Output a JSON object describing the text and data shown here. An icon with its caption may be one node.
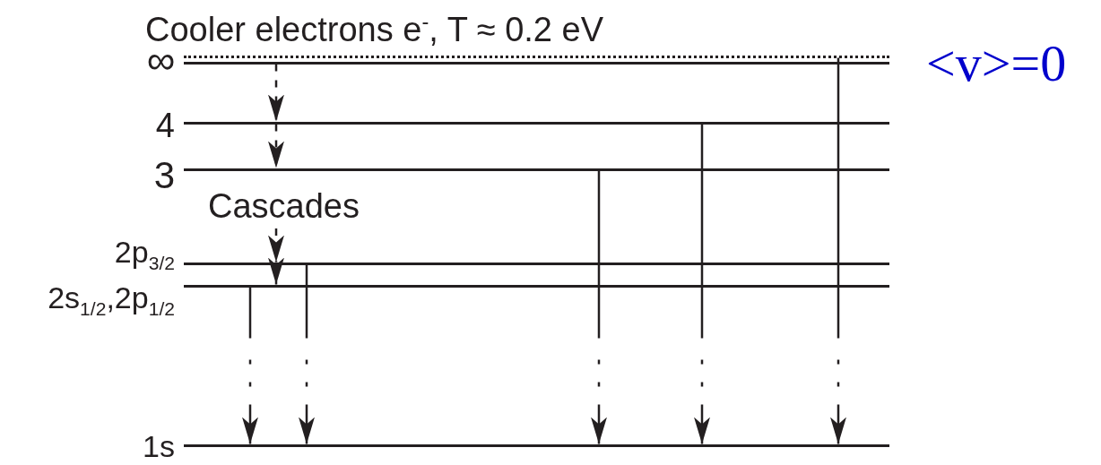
{
  "diagram": {
    "nodes": [
      {
        "text": [
          "Cooler electrons e$^{-}$, T ≈ 0.2 eV"
        ],
        "beside": [
          "<v>=0"
        ]
      },
      {
        "text": [
          "∞"
        ]
      },
      {
        "text": [
          "4"
        ]
      },
      {
        "text": [
          "3"
        ]
      },
      {
        "text": [
          "Cascades"
        ]
      },
      {
        "text": [
          "2p$_{3/2}$"
        ]
      },
      {
        "text": [
          "2s$_{1/2}$,2p$_{1/2}$"
        ]
      },
      {
        "text": [
          "1s"
        ]
      }
    ],
    "edges": [
      {
        "from": 1,
        "to": 2,
        "arrow": "to",
        "style": "dashed"
      },
      {
        "from": 2,
        "to": 3,
        "arrow": "to",
        "style": "dashed"
      },
      {
        "from": 4,
        "to": 5,
        "arrow": "to",
        "style": "dashed"
      },
      {
        "from": 5,
        "to": 6,
        "arrow": "to",
        "style": "dashed"
      },
      {
        "from": 6,
        "to": 7,
        "arrow": "to"
      },
      {
        "from": 5,
        "to": 7,
        "arrow": "to"
      },
      {
        "from": 3,
        "to": 7,
        "arrow": "to"
      },
      {
        "from": 2,
        "to": 7,
        "arrow": "to"
      },
      {
        "from": 0,
        "to": 7,
        "arrow": "to"
      }
    ]
  }
}
